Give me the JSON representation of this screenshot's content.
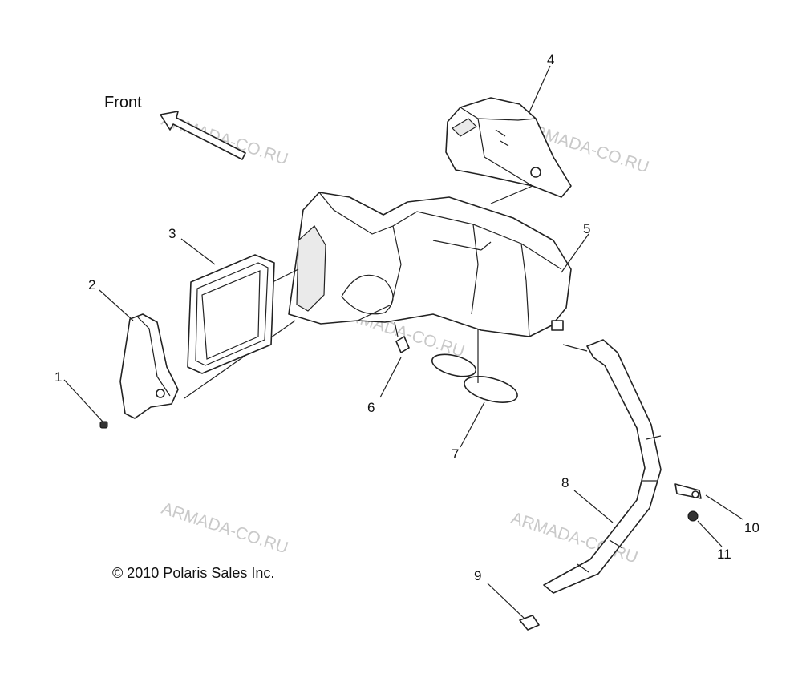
{
  "diagram": {
    "direction_label": "Front",
    "copyright": "© 2010 Polaris Sales Inc.",
    "watermark": "ARMADA-CO.RU",
    "callouts": [
      "1",
      "2",
      "3",
      "4",
      "5",
      "6",
      "7",
      "8",
      "9",
      "10",
      "11"
    ]
  }
}
